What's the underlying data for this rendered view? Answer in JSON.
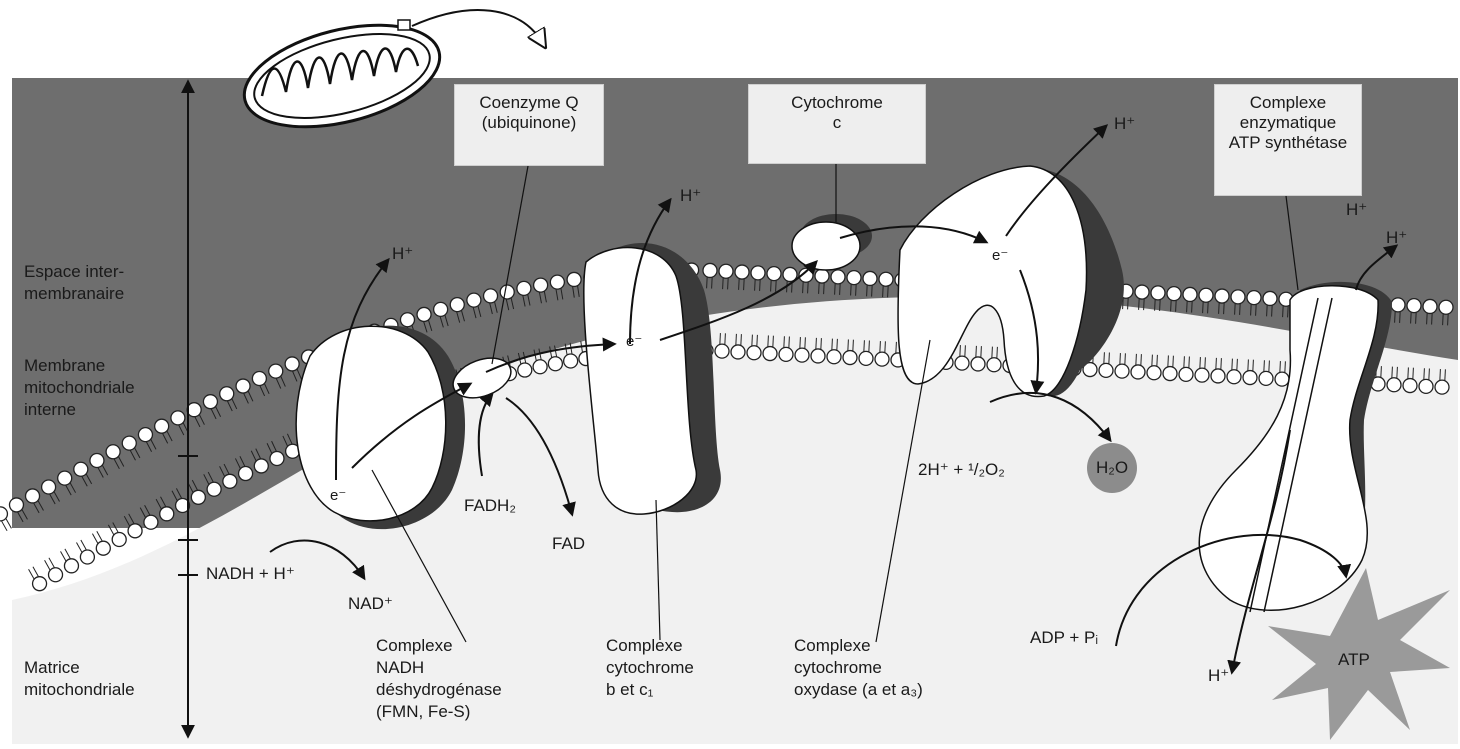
{
  "colors": {
    "intermembrane_space": "#6e6e6e",
    "matrix": "#f1f1f1",
    "membrane_lines": "#222222",
    "protein_fill": "#ffffff",
    "protein_shadow": "#3a3a3a",
    "label_box": "#eeeeee",
    "water_circle": "#8c8c8c",
    "atp_star": "#9a9a9a"
  },
  "labels": {
    "intermembrane_1": "Espace inter-",
    "intermembrane_2": "membranaire",
    "membrane_1": "Membrane",
    "membrane_2": "mitochondriale",
    "membrane_3": "interne",
    "matrix_1": "Matrice",
    "matrix_2": "mitochondriale"
  },
  "boxes": {
    "coenzyme_q": [
      "Coenzyme Q",
      "(ubiquinone)"
    ],
    "cytochrome_c": [
      "Cytochrome",
      "c"
    ],
    "atp_synthase": [
      "Complexe",
      "enzymatique",
      "ATP synthétase"
    ]
  },
  "complexes": {
    "complex1": [
      "Complexe",
      "NADH",
      "déshydrogénase",
      "(FMN, Fe-S)"
    ],
    "complex3": [
      "Complexe",
      "cytochrome",
      "b et c₁"
    ],
    "complex4": [
      "Complexe",
      "cytochrome",
      "oxydase (a et a₃)"
    ]
  },
  "species": {
    "h_plus": "H⁺",
    "electron": "e⁻",
    "nadh": "NADH + H⁺",
    "nad": "NAD⁺",
    "fadh2": "FADH₂",
    "fad": "FAD",
    "oxygen": "2H⁺ + ¹/₂O₂",
    "water": "H₂O",
    "adp": "ADP + Pᵢ",
    "atp": "ATP"
  },
  "icons": [
    "mitochondrion-icon",
    "curved-arrow-icon",
    "vertical-double-arrow-icon"
  ]
}
